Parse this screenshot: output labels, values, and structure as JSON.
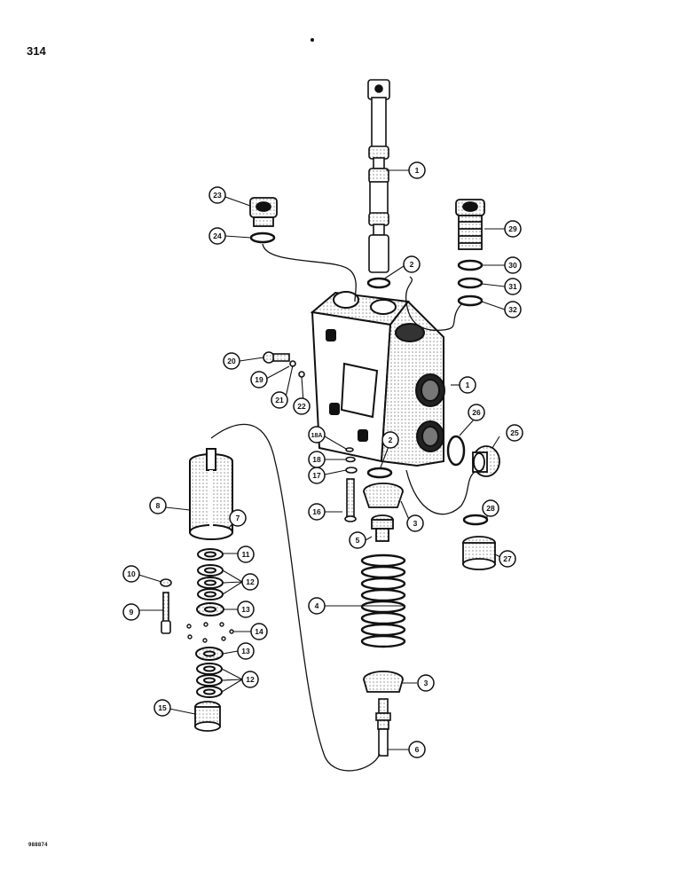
{
  "page_number": "314",
  "figure_code": "988874",
  "callouts": [
    {
      "id": "c1a",
      "label": "1"
    },
    {
      "id": "c1b",
      "label": "1"
    },
    {
      "id": "c2a",
      "label": "2"
    },
    {
      "id": "c2b",
      "label": "2"
    },
    {
      "id": "c3a",
      "label": "3"
    },
    {
      "id": "c3b",
      "label": "3"
    },
    {
      "id": "c4",
      "label": "4"
    },
    {
      "id": "c5",
      "label": "5"
    },
    {
      "id": "c6",
      "label": "6"
    },
    {
      "id": "c7",
      "label": "7"
    },
    {
      "id": "c8",
      "label": "8"
    },
    {
      "id": "c9",
      "label": "9"
    },
    {
      "id": "c10",
      "label": "10"
    },
    {
      "id": "c11",
      "label": "11"
    },
    {
      "id": "c12a",
      "label": "12"
    },
    {
      "id": "c12b",
      "label": "12"
    },
    {
      "id": "c13a",
      "label": "13"
    },
    {
      "id": "c13b",
      "label": "13"
    },
    {
      "id": "c14",
      "label": "14"
    },
    {
      "id": "c15",
      "label": "15"
    },
    {
      "id": "c16",
      "label": "16"
    },
    {
      "id": "c17",
      "label": "17"
    },
    {
      "id": "c18",
      "label": "18"
    },
    {
      "id": "c18a",
      "label": "18A"
    },
    {
      "id": "c19",
      "label": "19"
    },
    {
      "id": "c20",
      "label": "20"
    },
    {
      "id": "c21",
      "label": "21"
    },
    {
      "id": "c22",
      "label": "22"
    },
    {
      "id": "c23",
      "label": "23"
    },
    {
      "id": "c24",
      "label": "24"
    },
    {
      "id": "c25",
      "label": "25"
    },
    {
      "id": "c26",
      "label": "26"
    },
    {
      "id": "c27",
      "label": "27"
    },
    {
      "id": "c28",
      "label": "28"
    },
    {
      "id": "c29",
      "label": "29"
    },
    {
      "id": "c30",
      "label": "30"
    },
    {
      "id": "c31",
      "label": "31"
    },
    {
      "id": "c32",
      "label": "32"
    }
  ]
}
